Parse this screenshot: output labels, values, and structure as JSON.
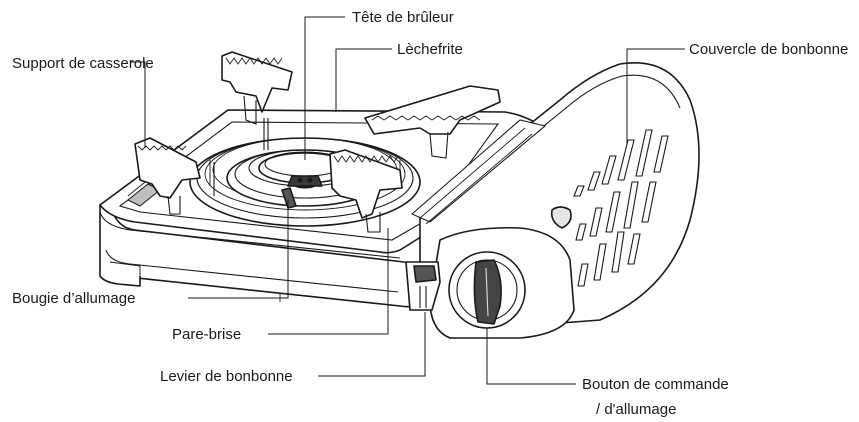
{
  "labels": {
    "burner_head": "Tête de brûleur",
    "drip_pan": "Lèchefrite",
    "pan_support": "Support de casserole",
    "canister_cover": "Couvercle de bonbonne",
    "igniter_plug": "Bougie d’allumage",
    "windshield": "Pare-brise",
    "canister_lever": "Levier de bonbonne",
    "control_knob_line1": "Bouton de commande",
    "control_knob_line2": "/ d'allumage"
  }
}
